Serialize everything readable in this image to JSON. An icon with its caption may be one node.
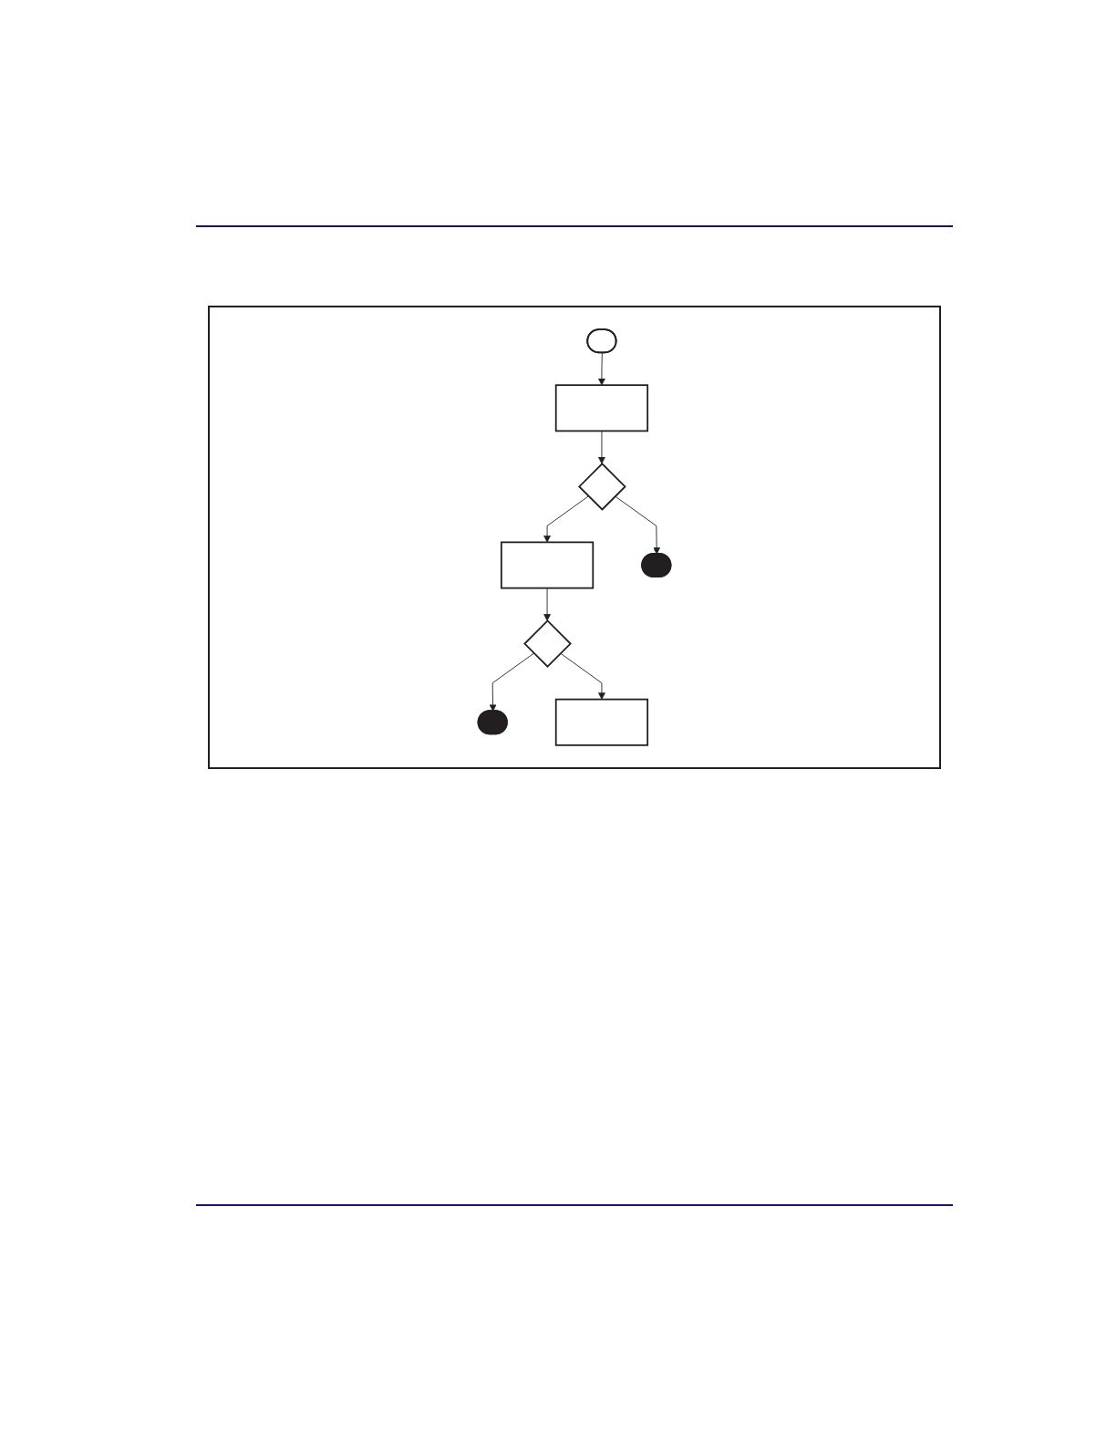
{
  "diagram": {
    "nodes": [
      {
        "text": [],
        "shape": "pill"
      },
      {
        "text": [],
        "shape": "box"
      },
      {
        "text": [],
        "shape": "box"
      },
      {
        "text": [],
        "shape": "diamond"
      },
      {
        "text": [],
        "shape": "pill"
      },
      {
        "text": [],
        "shape": "diamond"
      },
      {
        "text": [],
        "shape": "box"
      },
      {
        "text": [],
        "shape": "pill"
      }
    ],
    "edges": [
      {
        "from": 0,
        "to": 1,
        "arrow": "to"
      },
      {
        "from": 1,
        "to": 5,
        "arrow": "to"
      },
      {
        "from": 5,
        "to": 2,
        "arrow": "to"
      },
      {
        "from": 5,
        "to": 7,
        "arrow": "to"
      },
      {
        "from": 2,
        "to": 3,
        "arrow": "to"
      },
      {
        "from": 3,
        "to": 4,
        "arrow": "to"
      },
      {
        "from": 3,
        "to": 6,
        "arrow": "to"
      }
    ]
  }
}
